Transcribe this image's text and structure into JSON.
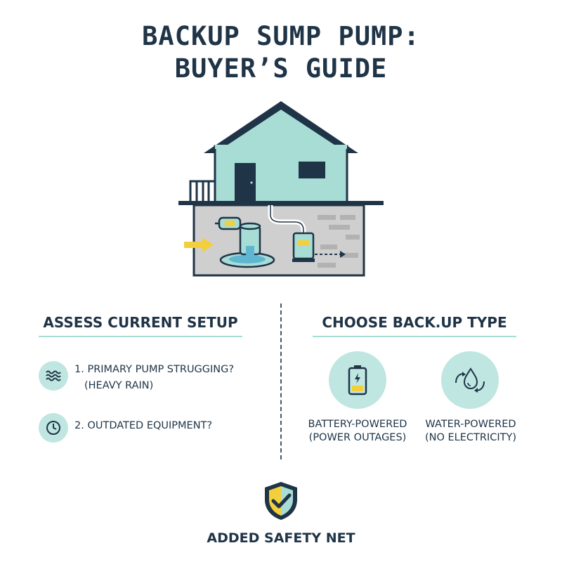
{
  "title": {
    "line1": "BACKUP SUMP PUMP:",
    "line2": "BUYER’S GUIDE"
  },
  "left_section": {
    "heading": "ASSESS CURRENT SETUP",
    "items": [
      {
        "icon": "waves-icon",
        "text": "1. PRIMARY PUMP STRUGGING?",
        "sub": "(HEAVY RAIN)"
      },
      {
        "icon": "clock-icon",
        "text": "2. OUTDATED EQUIPMENT?"
      }
    ]
  },
  "right_section": {
    "heading": "CHOOSE BACK.UP TYPE",
    "options": [
      {
        "icon": "battery-icon",
        "label": "BATTERY-POWERED",
        "sub": "(POWER OUTAGES)"
      },
      {
        "icon": "water-drop-icon",
        "label": "WATER-POWERED",
        "sub": "(NO ELECTRICITY)"
      }
    ]
  },
  "footer": {
    "icon": "shield-check-icon",
    "label": "ADDED SAFETY NET"
  },
  "colors": {
    "navy": "#1f3447",
    "teal": "#a8ddd6",
    "teal_light": "#bfe6e0",
    "yellow": "#f2cf3b",
    "basement_gray": "#cfcfcf"
  }
}
